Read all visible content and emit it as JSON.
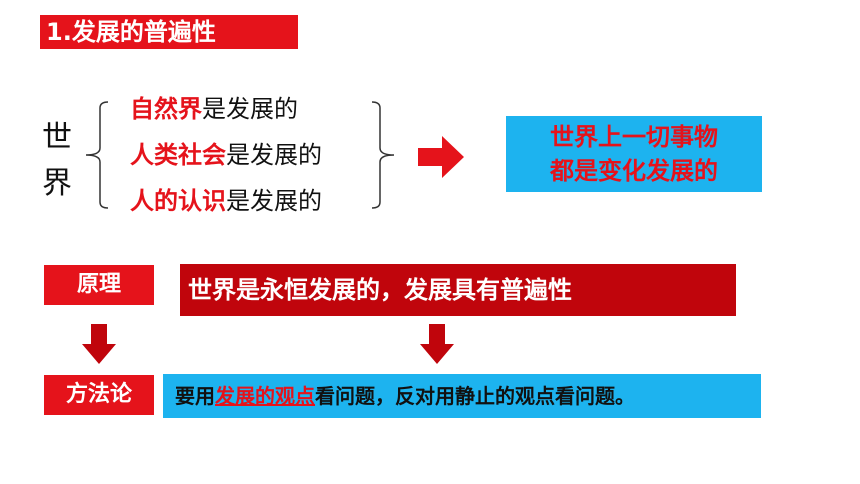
{
  "title": "1.发展的普遍性",
  "left_label": [
    "世",
    "界"
  ],
  "lines": [
    {
      "highlight": "自然界",
      "rest": "是发展的"
    },
    {
      "highlight": "人类社会",
      "rest": "是发展的"
    },
    {
      "highlight": "人的认识",
      "rest": "是发展的"
    }
  ],
  "conclusion": {
    "line1": "世界上一切事物",
    "line2": "都是变化发展的"
  },
  "principle": {
    "label": "原理",
    "text": "世界是永恒发展的，发展具有普遍性"
  },
  "methodology": {
    "label": "方法论",
    "prefix": "要用",
    "highlight": "发展的观点",
    "suffix": "看问题，反对用静止的观点看问题。"
  },
  "colors": {
    "red": "#e5131b",
    "dark_red": "#c0050c",
    "blue": "#1db3ef"
  }
}
